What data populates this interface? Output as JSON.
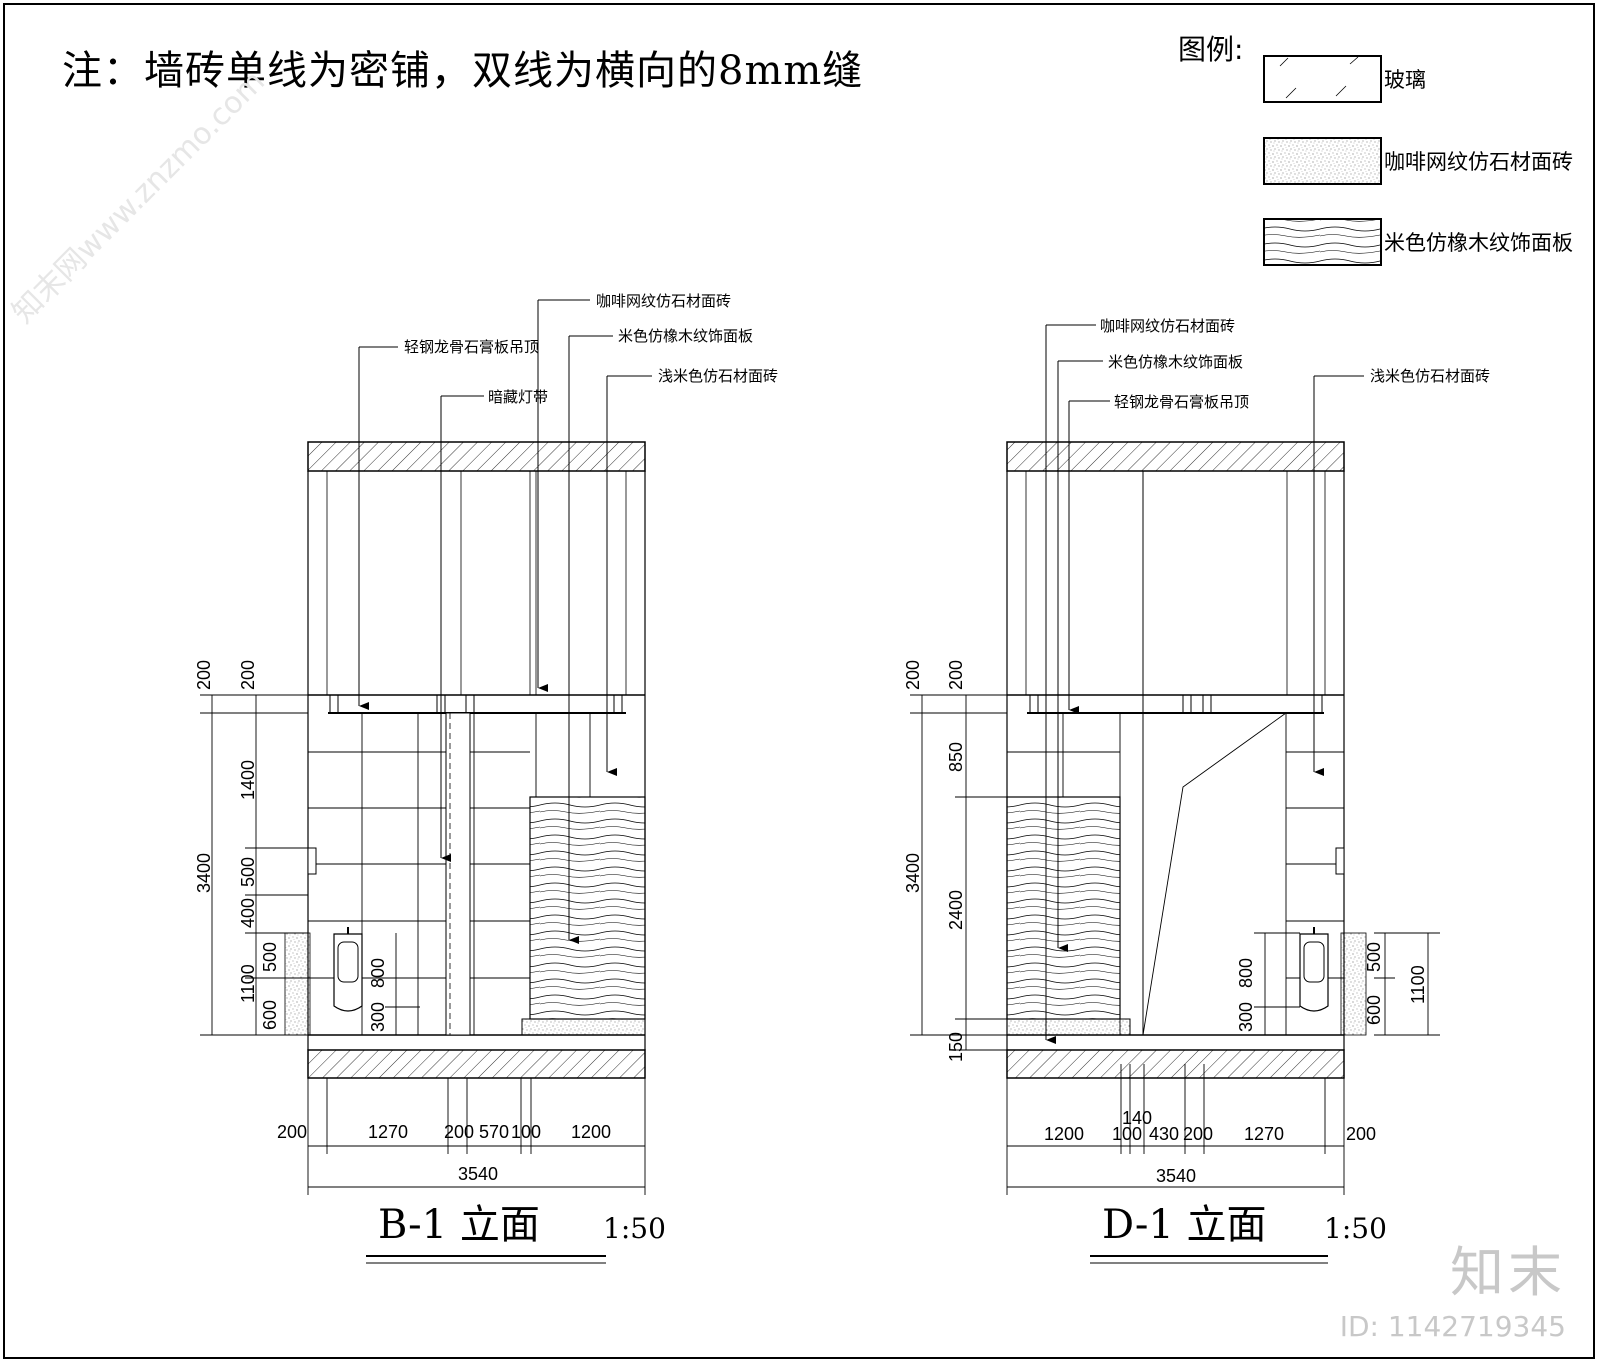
{
  "note": "注：墙砖单线为密铺，双线为横向的8mm缝",
  "legend": {
    "title": "图例:",
    "items": [
      "玻璃",
      "咖啡网纹仿石材面砖",
      "米色仿橡木纹饰面板"
    ]
  },
  "elevations": [
    {
      "title": "B-1 立面",
      "scale": "1:50",
      "annotations": [
        "咖啡网纹仿石材面砖",
        "米色仿橡木纹饰面板",
        "轻钢龙骨石膏板吊顶",
        "浅米色仿石材面砖",
        "暗藏灯带"
      ],
      "left_dims_outer": [
        "200",
        "3400"
      ],
      "left_dims_inner": [
        "200",
        "1400",
        "500",
        "400",
        "1100",
        "600"
      ],
      "fixture_dims": [
        "500",
        "800",
        "300"
      ],
      "bottom_dims": [
        "200",
        "1270",
        "200",
        "570",
        "100",
        "1200"
      ],
      "total": "3540"
    },
    {
      "title": "D-1 立面",
      "scale": "1:50",
      "annotations": [
        "咖啡网纹仿石材面砖",
        "米色仿橡木纹饰面板",
        "轻钢龙骨石膏板吊顶",
        "浅米色仿石材面砖"
      ],
      "left_dims_outer": [
        "200",
        "3400"
      ],
      "left_dims_inner": [
        "200",
        "850",
        "2400",
        "150"
      ],
      "fixture_dims": [
        "800",
        "300",
        "500",
        "600",
        "1100"
      ],
      "bottom_dims": [
        "1200",
        "100",
        "140",
        "430",
        "200",
        "1270",
        "200"
      ],
      "total": "3540"
    }
  ],
  "watermark": {
    "logo_text": "知末",
    "id_text": "ID: 1142719345",
    "site_text": "知末网www.znzmo.com"
  }
}
